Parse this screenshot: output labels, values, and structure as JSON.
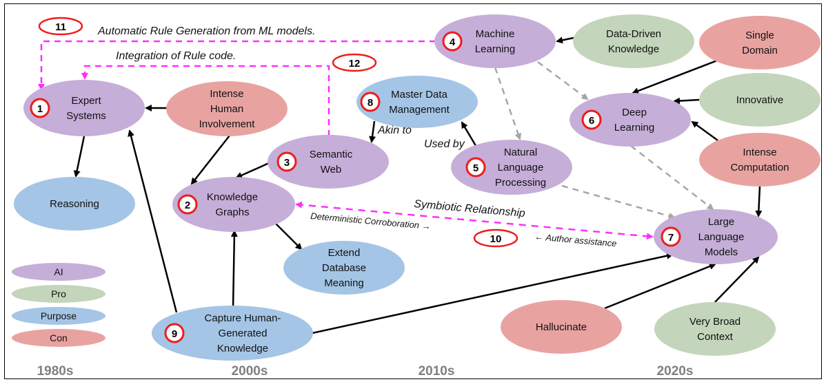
{
  "colors": {
    "ai": "#c5aed8",
    "pro": "#c3d5bb",
    "purpose": "#a4c5e6",
    "con": "#e8a3a1",
    "badge_ring": "#ee1c1c",
    "dashed_magenta": "#ff2dff",
    "dashed_gray": "#a6a6a6",
    "era_text": "#7f7f7f"
  },
  "legend": [
    {
      "label": "AI",
      "category": "ai"
    },
    {
      "label": "Pro",
      "category": "pro"
    },
    {
      "label": "Purpose",
      "category": "purpose"
    },
    {
      "label": "Con",
      "category": "con"
    }
  ],
  "eras": [
    "1980s",
    "2000s",
    "2010s",
    "2020s"
  ],
  "nodes": {
    "expert_systems": {
      "lines": [
        "Expert",
        "Systems"
      ],
      "category": "ai",
      "badge": "1"
    },
    "knowledge_graphs": {
      "lines": [
        "Knowledge",
        "Graphs"
      ],
      "category": "ai",
      "badge": "2"
    },
    "semantic_web": {
      "lines": [
        "Semantic",
        "Web"
      ],
      "category": "ai",
      "badge": "3"
    },
    "machine_learning": {
      "lines": [
        "Machine",
        "Learning"
      ],
      "category": "ai",
      "badge": "4"
    },
    "nlp": {
      "lines": [
        "Natural",
        "Language",
        "Processing"
      ],
      "category": "ai",
      "badge": "5"
    },
    "deep_learning": {
      "lines": [
        "Deep",
        "Learning"
      ],
      "category": "ai",
      "badge": "6"
    },
    "llm": {
      "lines": [
        "Large",
        "Language",
        "Models"
      ],
      "category": "ai",
      "badge": "7"
    },
    "mdm": {
      "lines": [
        "Master Data",
        "Management"
      ],
      "category": "purpose",
      "badge": "8"
    },
    "capture": {
      "lines": [
        "Capture Human-",
        "Generated",
        "Knowledge"
      ],
      "category": "purpose",
      "badge": "9"
    },
    "reasoning": {
      "lines": [
        "Reasoning"
      ],
      "category": "purpose"
    },
    "extend_db": {
      "lines": [
        "Extend",
        "Database",
        "Meaning"
      ],
      "category": "purpose"
    },
    "intense_human": {
      "lines": [
        "Intense",
        "Human",
        "Involvement"
      ],
      "category": "con"
    },
    "data_driven": {
      "lines": [
        "Data-Driven",
        "Knowledge"
      ],
      "category": "pro"
    },
    "single_domain": {
      "lines": [
        "Single",
        "Domain"
      ],
      "category": "con"
    },
    "innovative": {
      "lines": [
        "Innovative"
      ],
      "category": "pro"
    },
    "intense_comp": {
      "lines": [
        "Intense",
        "Computation"
      ],
      "category": "con"
    },
    "hallucinate": {
      "lines": [
        "Hallucinate"
      ],
      "category": "con"
    },
    "broad_context": {
      "lines": [
        "Very Broad",
        "Context"
      ],
      "category": "pro"
    }
  },
  "callouts": {
    "c10": "10",
    "c11": "11",
    "c12": "12"
  },
  "edge_labels": {
    "auto_rule": "Automatic Rule Generation from ML models.",
    "integration": "Integration of Rule code.",
    "akin_to": "Akin to",
    "used_by": "Used by",
    "symbiotic": "Symbiotic Relationship",
    "deterministic": "Deterministic Corroboration →",
    "author": "← Author assistance"
  }
}
